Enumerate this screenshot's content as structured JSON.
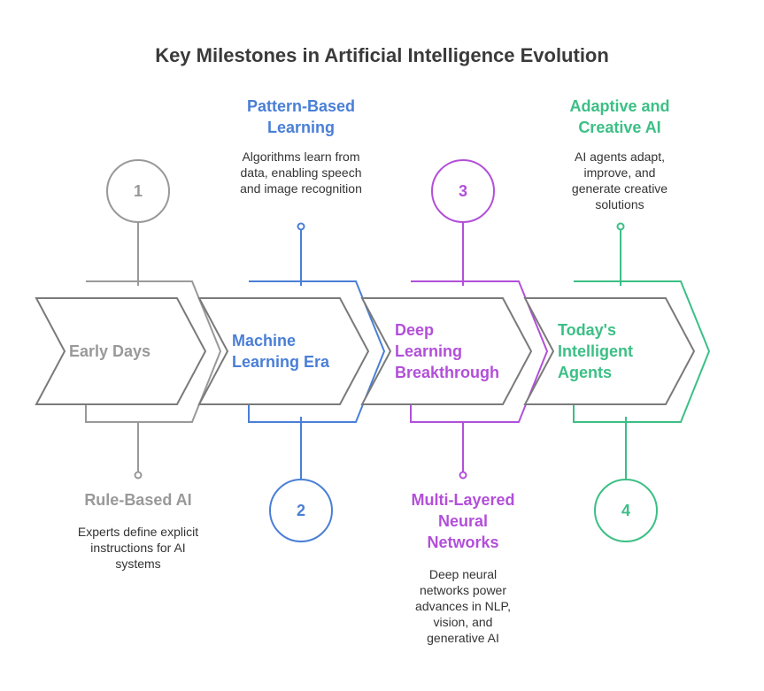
{
  "title": "Key Milestones in Artificial Intelligence Evolution",
  "colors": {
    "gray": "#999999",
    "blue": "#4a7fd6",
    "purple": "#b24fd9",
    "green": "#3cbf85",
    "dark": "#7a7a7a"
  },
  "stages": [
    {
      "number": "1",
      "label_lines": [
        "Early Days"
      ],
      "heading": "Rule-Based AI",
      "description": "Experts define explicit instructions for AI systems"
    },
    {
      "number": "2",
      "label_lines": [
        "Machine",
        "Learning Era"
      ],
      "heading": "Pattern-Based Learning",
      "description": "Algorithms learn from data, enabling speech and image recognition"
    },
    {
      "number": "3",
      "label_lines": [
        "Deep",
        "Learning",
        "Breakthrough"
      ],
      "heading": "Multi-Layered Neural Networks",
      "description": "Deep neural networks power advances in NLP, vision, and generative AI"
    },
    {
      "number": "4",
      "label_lines": [
        "Today's",
        "Intelligent",
        "Agents"
      ],
      "heading": "Adaptive and Creative AI",
      "description": "AI agents adapt, improve, and generate creative solutions"
    }
  ]
}
